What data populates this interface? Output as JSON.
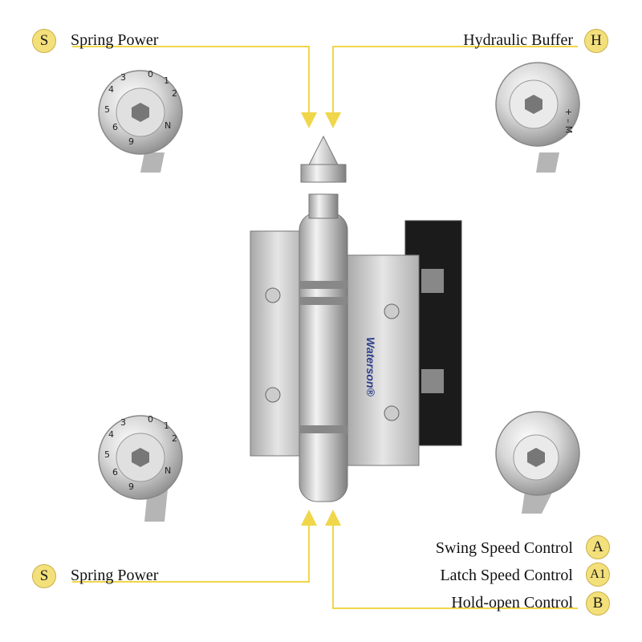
{
  "callouts": {
    "top_left": {
      "badge": "S",
      "label": "Spring Power"
    },
    "top_right": {
      "badge": "H",
      "label": "Hydraulic Buffer"
    },
    "bottom_left": {
      "badge": "S",
      "label": "Spring Power"
    },
    "bottom_right": [
      {
        "badge": "A",
        "label": "Swing Speed Control"
      },
      {
        "badge": "A1",
        "label": "Latch Speed Control"
      },
      {
        "badge": "B",
        "label": "Hold-open Control"
      }
    ]
  },
  "brand": {
    "logo_text": "Waterson",
    "mark": "®"
  },
  "dial_numbers": [
    "0",
    "1",
    "2",
    "3",
    "4",
    "5",
    "6",
    "N"
  ],
  "colors": {
    "leader": "#f0d64a",
    "badge_fill": "#f4e07a"
  }
}
